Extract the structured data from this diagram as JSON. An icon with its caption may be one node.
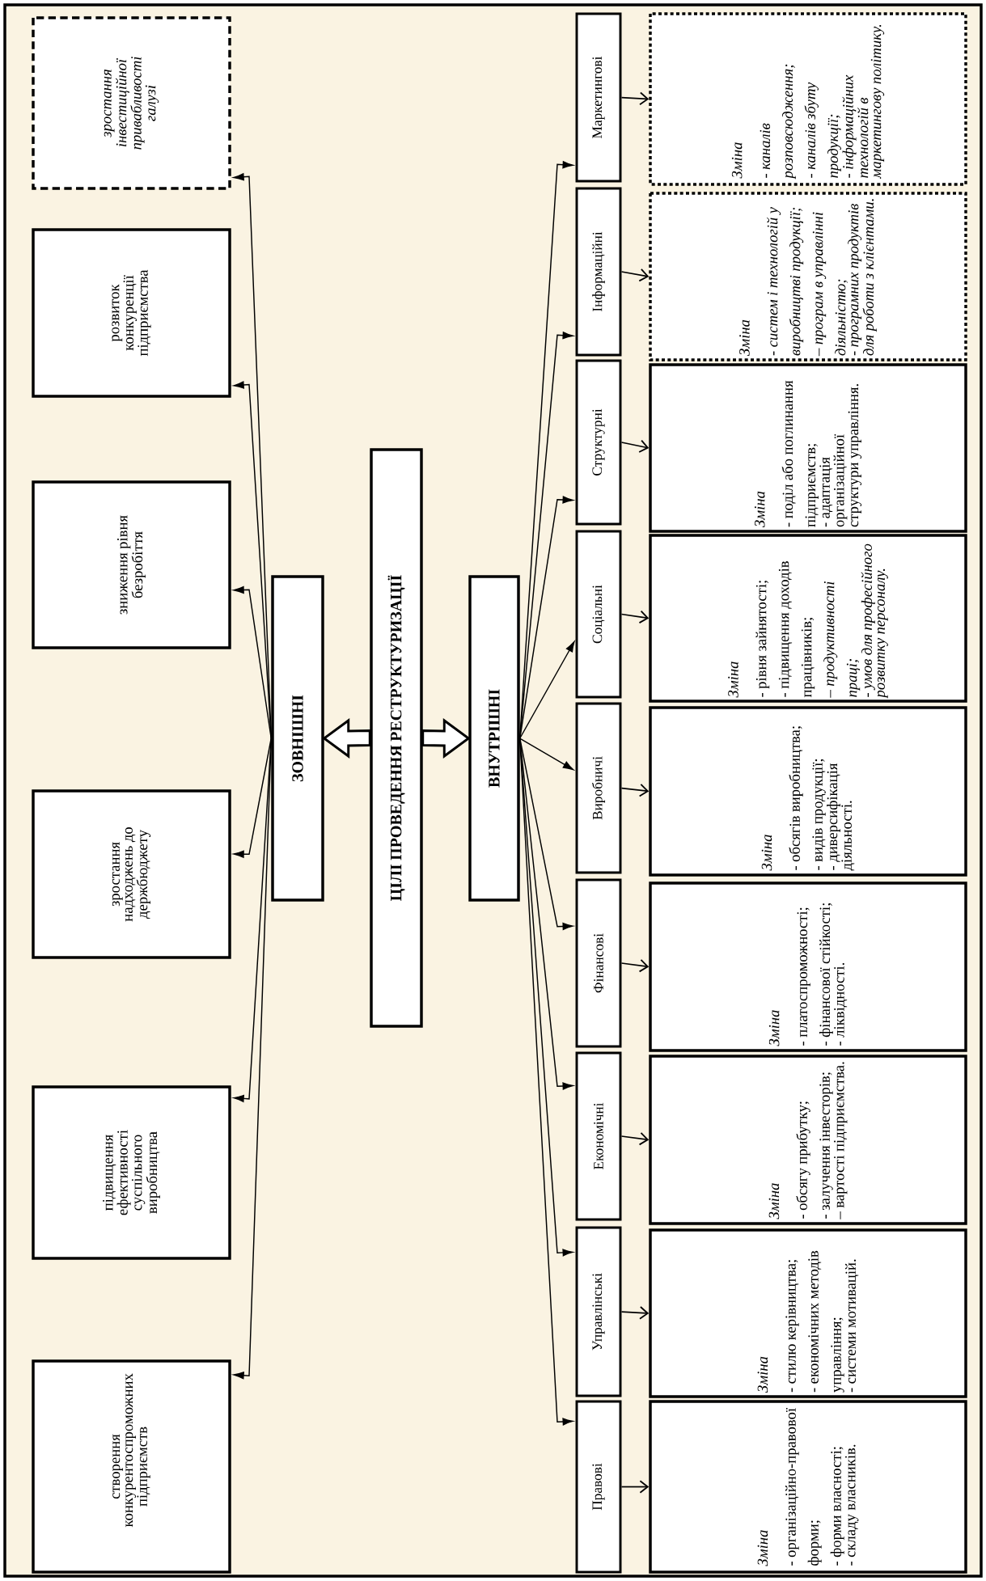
{
  "diagram": {
    "nodes": [
      {
        "text": [
          "ЦІЛІ ПРОВЕДЕННЯ РЕСТРУКТУРИЗАЦІЇ"
        ]
      },
      {
        "text": [
          "ЗОВНІШНІ"
        ]
      },
      {
        "text": [
          "ВНУТРІШНІ"
        ]
      },
      {
        "text": [
          "створення конкурентоспроможних підприємств"
        ]
      },
      {
        "text": [
          "підвищення ефективності суспільного виробництва"
        ]
      },
      {
        "text": [
          "зростання надходжень до держбюджету"
        ]
      },
      {
        "text": [
          "зниження рівня безробіття"
        ]
      },
      {
        "text": [
          "розвиток конкуренції підприємства"
        ]
      },
      {
        "text": [
          "зростання інвестиційної привабливості галузі"
        ]
      },
      {
        "text": [
          "Правові"
        ]
      },
      {
        "text": [
          "Управлінські"
        ]
      },
      {
        "text": [
          "Економічні"
        ]
      },
      {
        "text": [
          "Фінансові"
        ]
      },
      {
        "text": [
          "Виробничі"
        ]
      },
      {
        "text": [
          "Соціальні"
        ]
      },
      {
        "text": [
          "Структурні"
        ]
      },
      {
        "text": [
          "Інформаційні"
        ]
      },
      {
        "text": [
          "Маркетингові"
        ]
      },
      {
        "text": [
          "Зміна",
          "- організаційно-правової форми;",
          "- форми власності;",
          "- складу власників."
        ]
      },
      {
        "text": [
          "Зміна",
          "- стилю керівництва;",
          "- економічних методів управління;",
          "- системи мотивацій."
        ]
      },
      {
        "text": [
          "Зміна",
          "- обсягу прибутку;",
          "- залучення інвесторів;",
          "– вартості підприємства."
        ]
      },
      {
        "text": [
          "Зміна",
          "- платоспроможності;",
          "- фінансової стійкості;",
          "- ліквідності."
        ]
      },
      {
        "text": [
          "Зміна",
          "- обсягів виробництва;",
          "- видів продукції;",
          "- диверсифікація діяльності."
        ]
      },
      {
        "text": [
          "Зміна",
          "- рівня зайнятості;",
          "- підвищення доходів працівників;",
          "– продуктивності праці;",
          "- умов для професійного розвитку персоналу."
        ]
      },
      {
        "text": [
          "Зміна",
          "- поділ або поглинання підприємств;",
          "- адаптація організаційної структури управління."
        ]
      },
      {
        "text": [
          "Зміна",
          "- систем і технологій у виробництві продукції;",
          "– програм в управлінні діяльністю;",
          "- програмних продуктів для роботи з клієнтами."
        ]
      },
      {
        "text": [
          "Зміна",
          "- каналів розповсюдження;",
          "- каналів збуту продукції;",
          "- інформаційних технологій в маркетингову політику."
        ]
      }
    ],
    "edges": [
      {
        "from": 0,
        "to": 1,
        "arrow": "to",
        "style": "thick"
      },
      {
        "from": 0,
        "to": 2,
        "arrow": "to",
        "style": "thick"
      },
      {
        "from": 1,
        "to": 3,
        "arrow": "to"
      },
      {
        "from": 1,
        "to": 4,
        "arrow": "to"
      },
      {
        "from": 1,
        "to": 5,
        "arrow": "to"
      },
      {
        "from": 1,
        "to": 6,
        "arrow": "to"
      },
      {
        "from": 1,
        "to": 7,
        "arrow": "to"
      },
      {
        "from": 1,
        "to": 8,
        "arrow": "to"
      },
      {
        "from": 2,
        "to": 9,
        "arrow": "to"
      },
      {
        "from": 2,
        "to": 10,
        "arrow": "to"
      },
      {
        "from": 2,
        "to": 11,
        "arrow": "to"
      },
      {
        "from": 2,
        "to": 12,
        "arrow": "to"
      },
      {
        "from": 2,
        "to": 13,
        "arrow": "to"
      },
      {
        "from": 2,
        "to": 14,
        "arrow": "to"
      },
      {
        "from": 2,
        "to": 15,
        "arrow": "to"
      },
      {
        "from": 2,
        "to": 16,
        "arrow": "to"
      },
      {
        "from": 2,
        "to": 17,
        "arrow": "to"
      },
      {
        "from": 9,
        "to": 18,
        "arrow": "to"
      },
      {
        "from": 10,
        "to": 19,
        "arrow": "to"
      },
      {
        "from": 11,
        "to": 20,
        "arrow": "to"
      },
      {
        "from": 12,
        "to": 21,
        "arrow": "to"
      },
      {
        "from": 13,
        "to": 22,
        "arrow": "to"
      },
      {
        "from": 14,
        "to": 23,
        "arrow": "to"
      },
      {
        "from": 15,
        "to": 24,
        "arrow": "to"
      },
      {
        "from": 16,
        "to": 25,
        "arrow": "to"
      },
      {
        "from": 17,
        "to": 26,
        "arrow": "to"
      }
    ]
  }
}
